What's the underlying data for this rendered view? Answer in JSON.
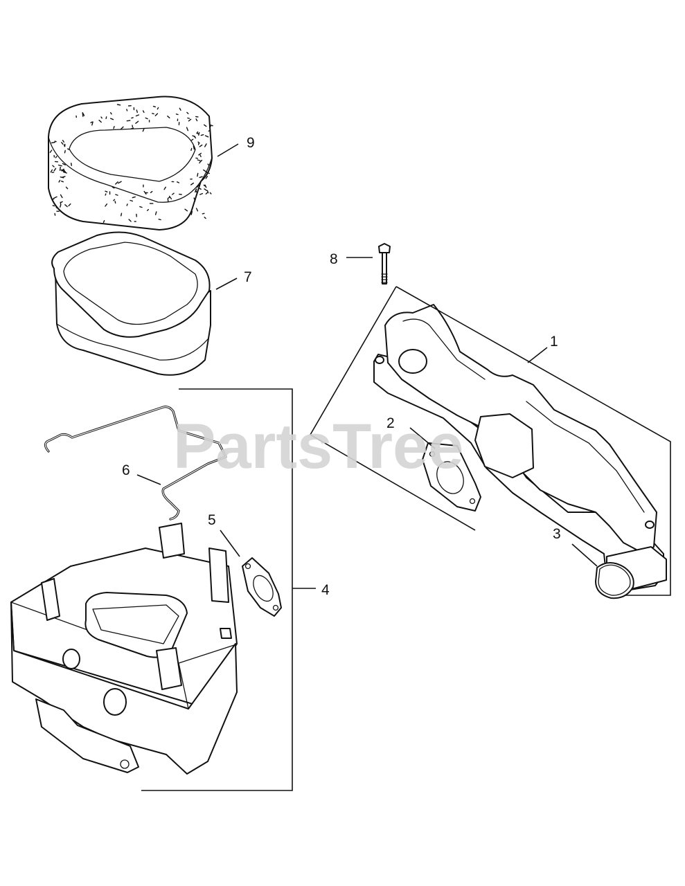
{
  "watermark": "PartsTree",
  "callouts": {
    "c1": "1",
    "c2": "2",
    "c3": "3",
    "c4": "4",
    "c5": "5",
    "c6": "6",
    "c7": "7",
    "c8": "8",
    "c9": "9"
  }
}
